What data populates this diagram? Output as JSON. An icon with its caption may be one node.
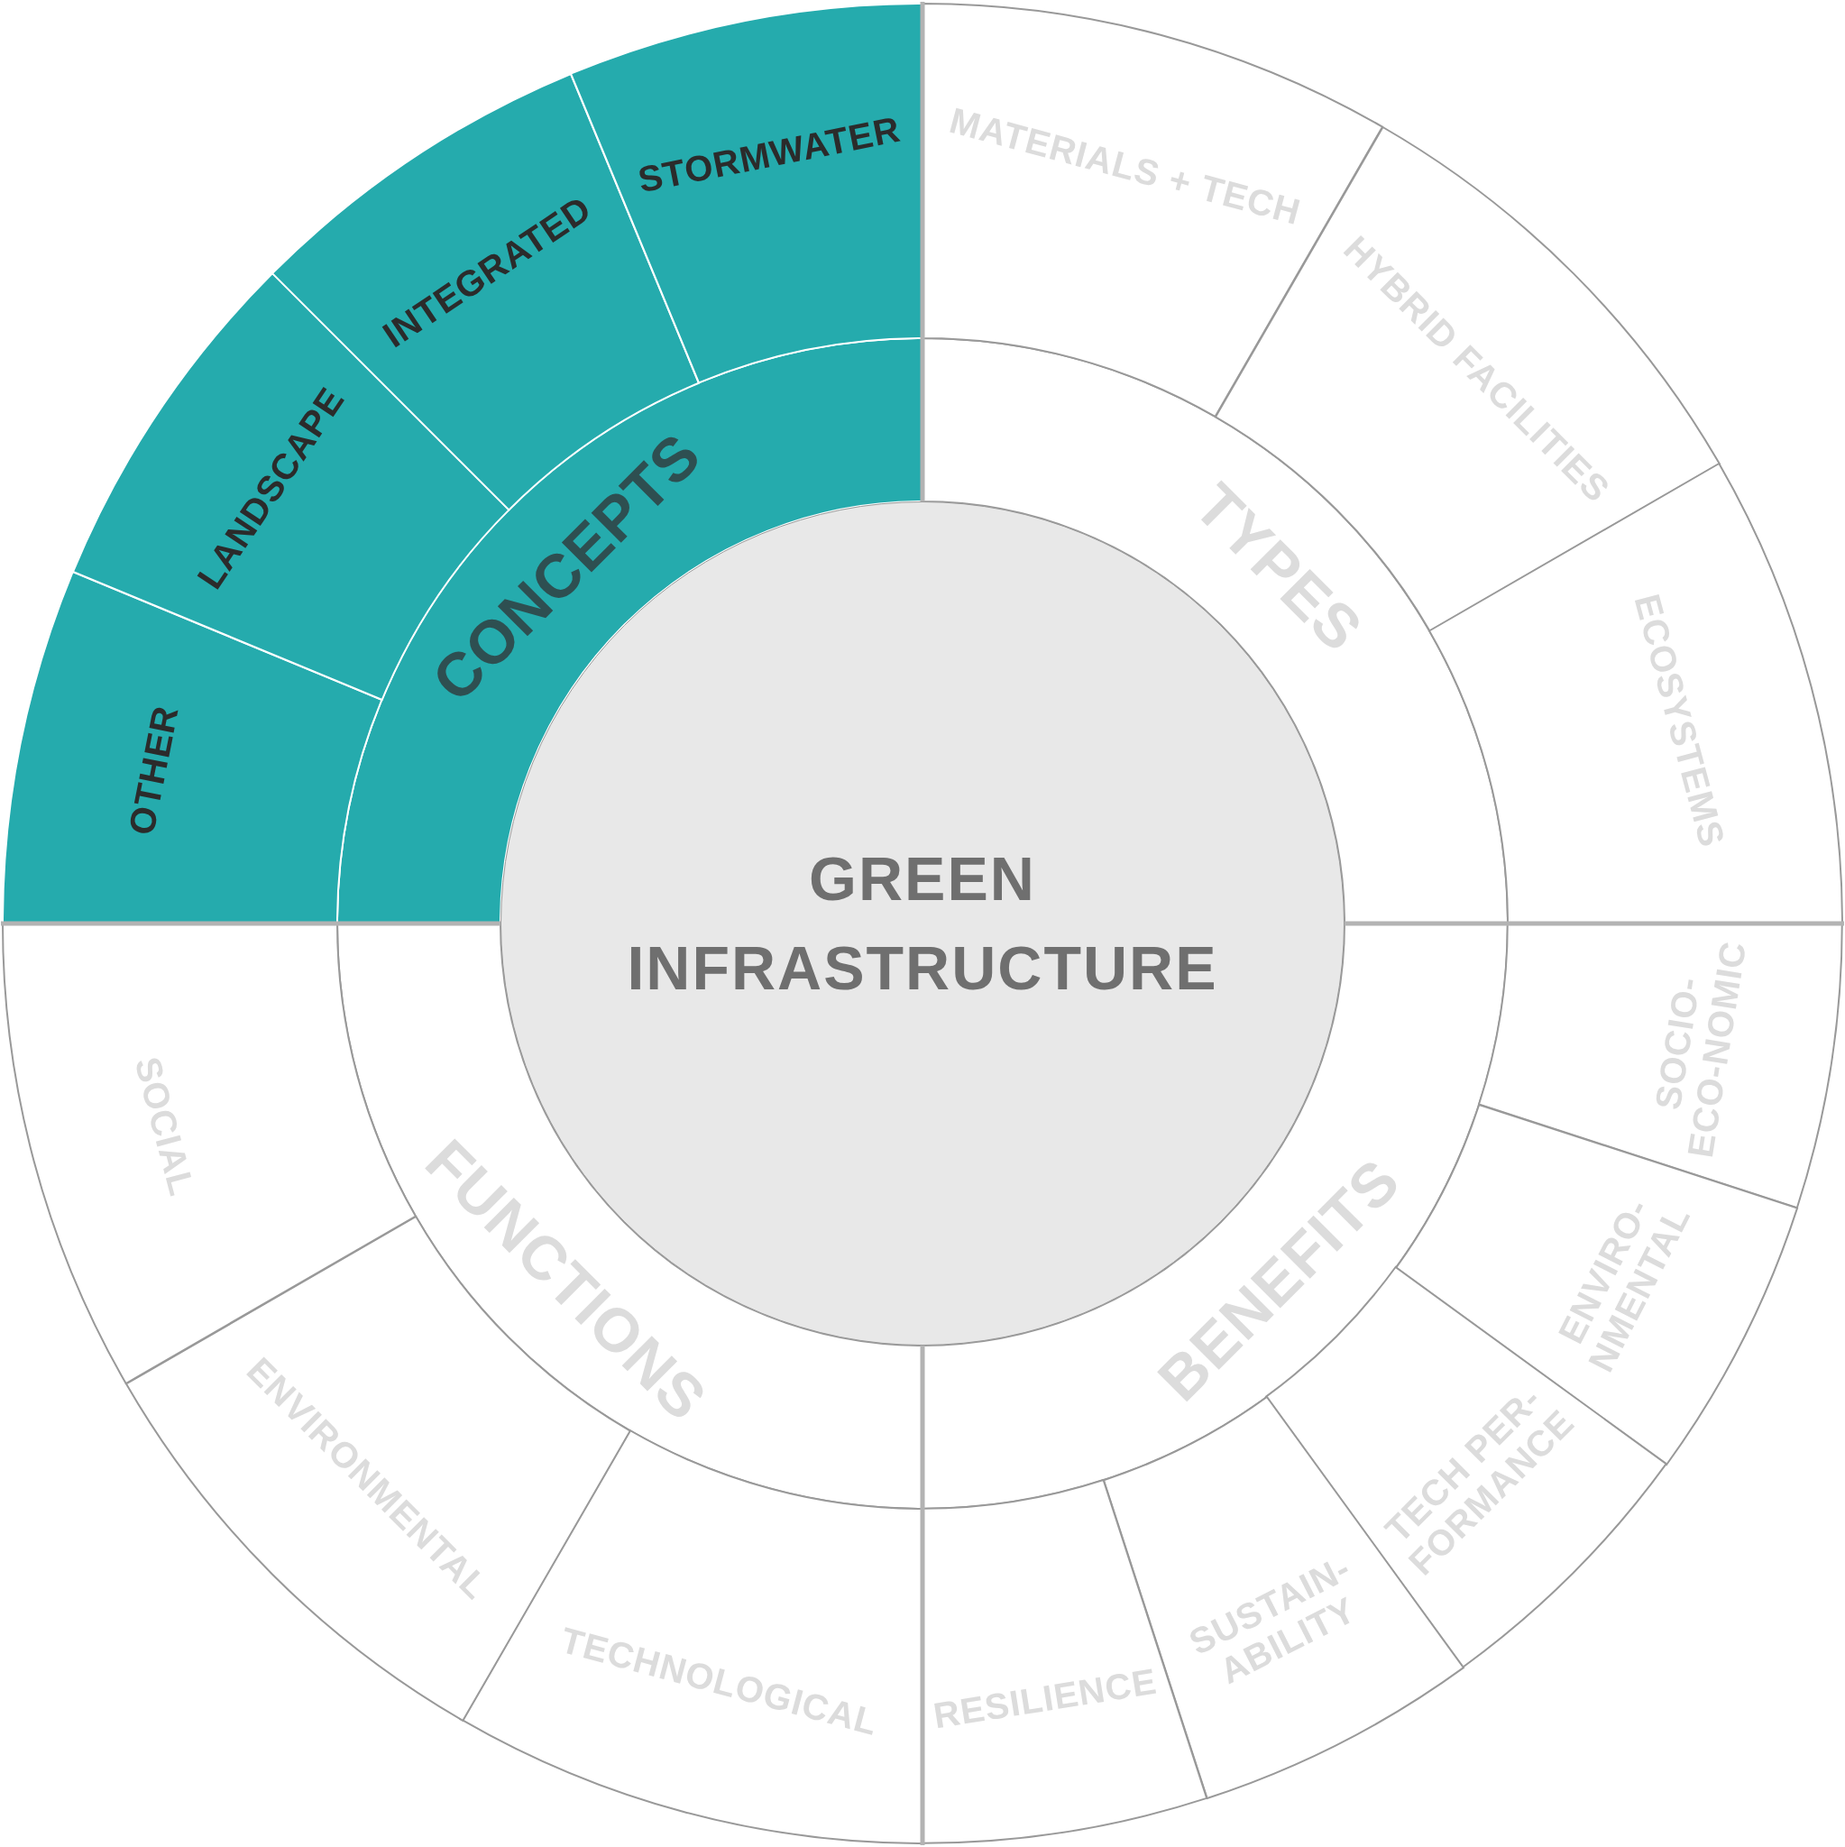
{
  "diagram": {
    "nodes": [
      {
        "text": [
          "GREEN INFRASTRUCTURE"
        ]
      },
      {
        "text": [
          "CONCEPTS"
        ]
      },
      {
        "text": [
          "OTHER"
        ]
      },
      {
        "text": [
          "LANDSCAPE"
        ]
      },
      {
        "text": [
          "INTEGRATED"
        ]
      },
      {
        "text": [
          "STORMWATER"
        ]
      },
      {
        "text": [
          "TYPES"
        ]
      },
      {
        "text": [
          "MATERIALS + TECH"
        ]
      },
      {
        "text": [
          "HYBRID FACILITIES"
        ]
      },
      {
        "text": [
          "ECOSYSTEMS"
        ]
      },
      {
        "text": [
          "BENEFITS"
        ]
      },
      {
        "text": [
          "SOCIO- ECO-NOMIC"
        ]
      },
      {
        "text": [
          "ENVIRO- NMENTAL"
        ]
      },
      {
        "text": [
          "TECH PER- FORMANCE"
        ]
      },
      {
        "text": [
          "SUSTAIN- ABILITY"
        ]
      },
      {
        "text": [
          "RESILIENCE"
        ]
      },
      {
        "text": [
          "FUNCTIONS"
        ]
      },
      {
        "text": [
          "TECHNOLOGICAL"
        ]
      },
      {
        "text": [
          "ENVIRONMENTAL"
        ]
      },
      {
        "text": [
          "SOCIAL"
        ]
      }
    ],
    "edges": []
  }
}
